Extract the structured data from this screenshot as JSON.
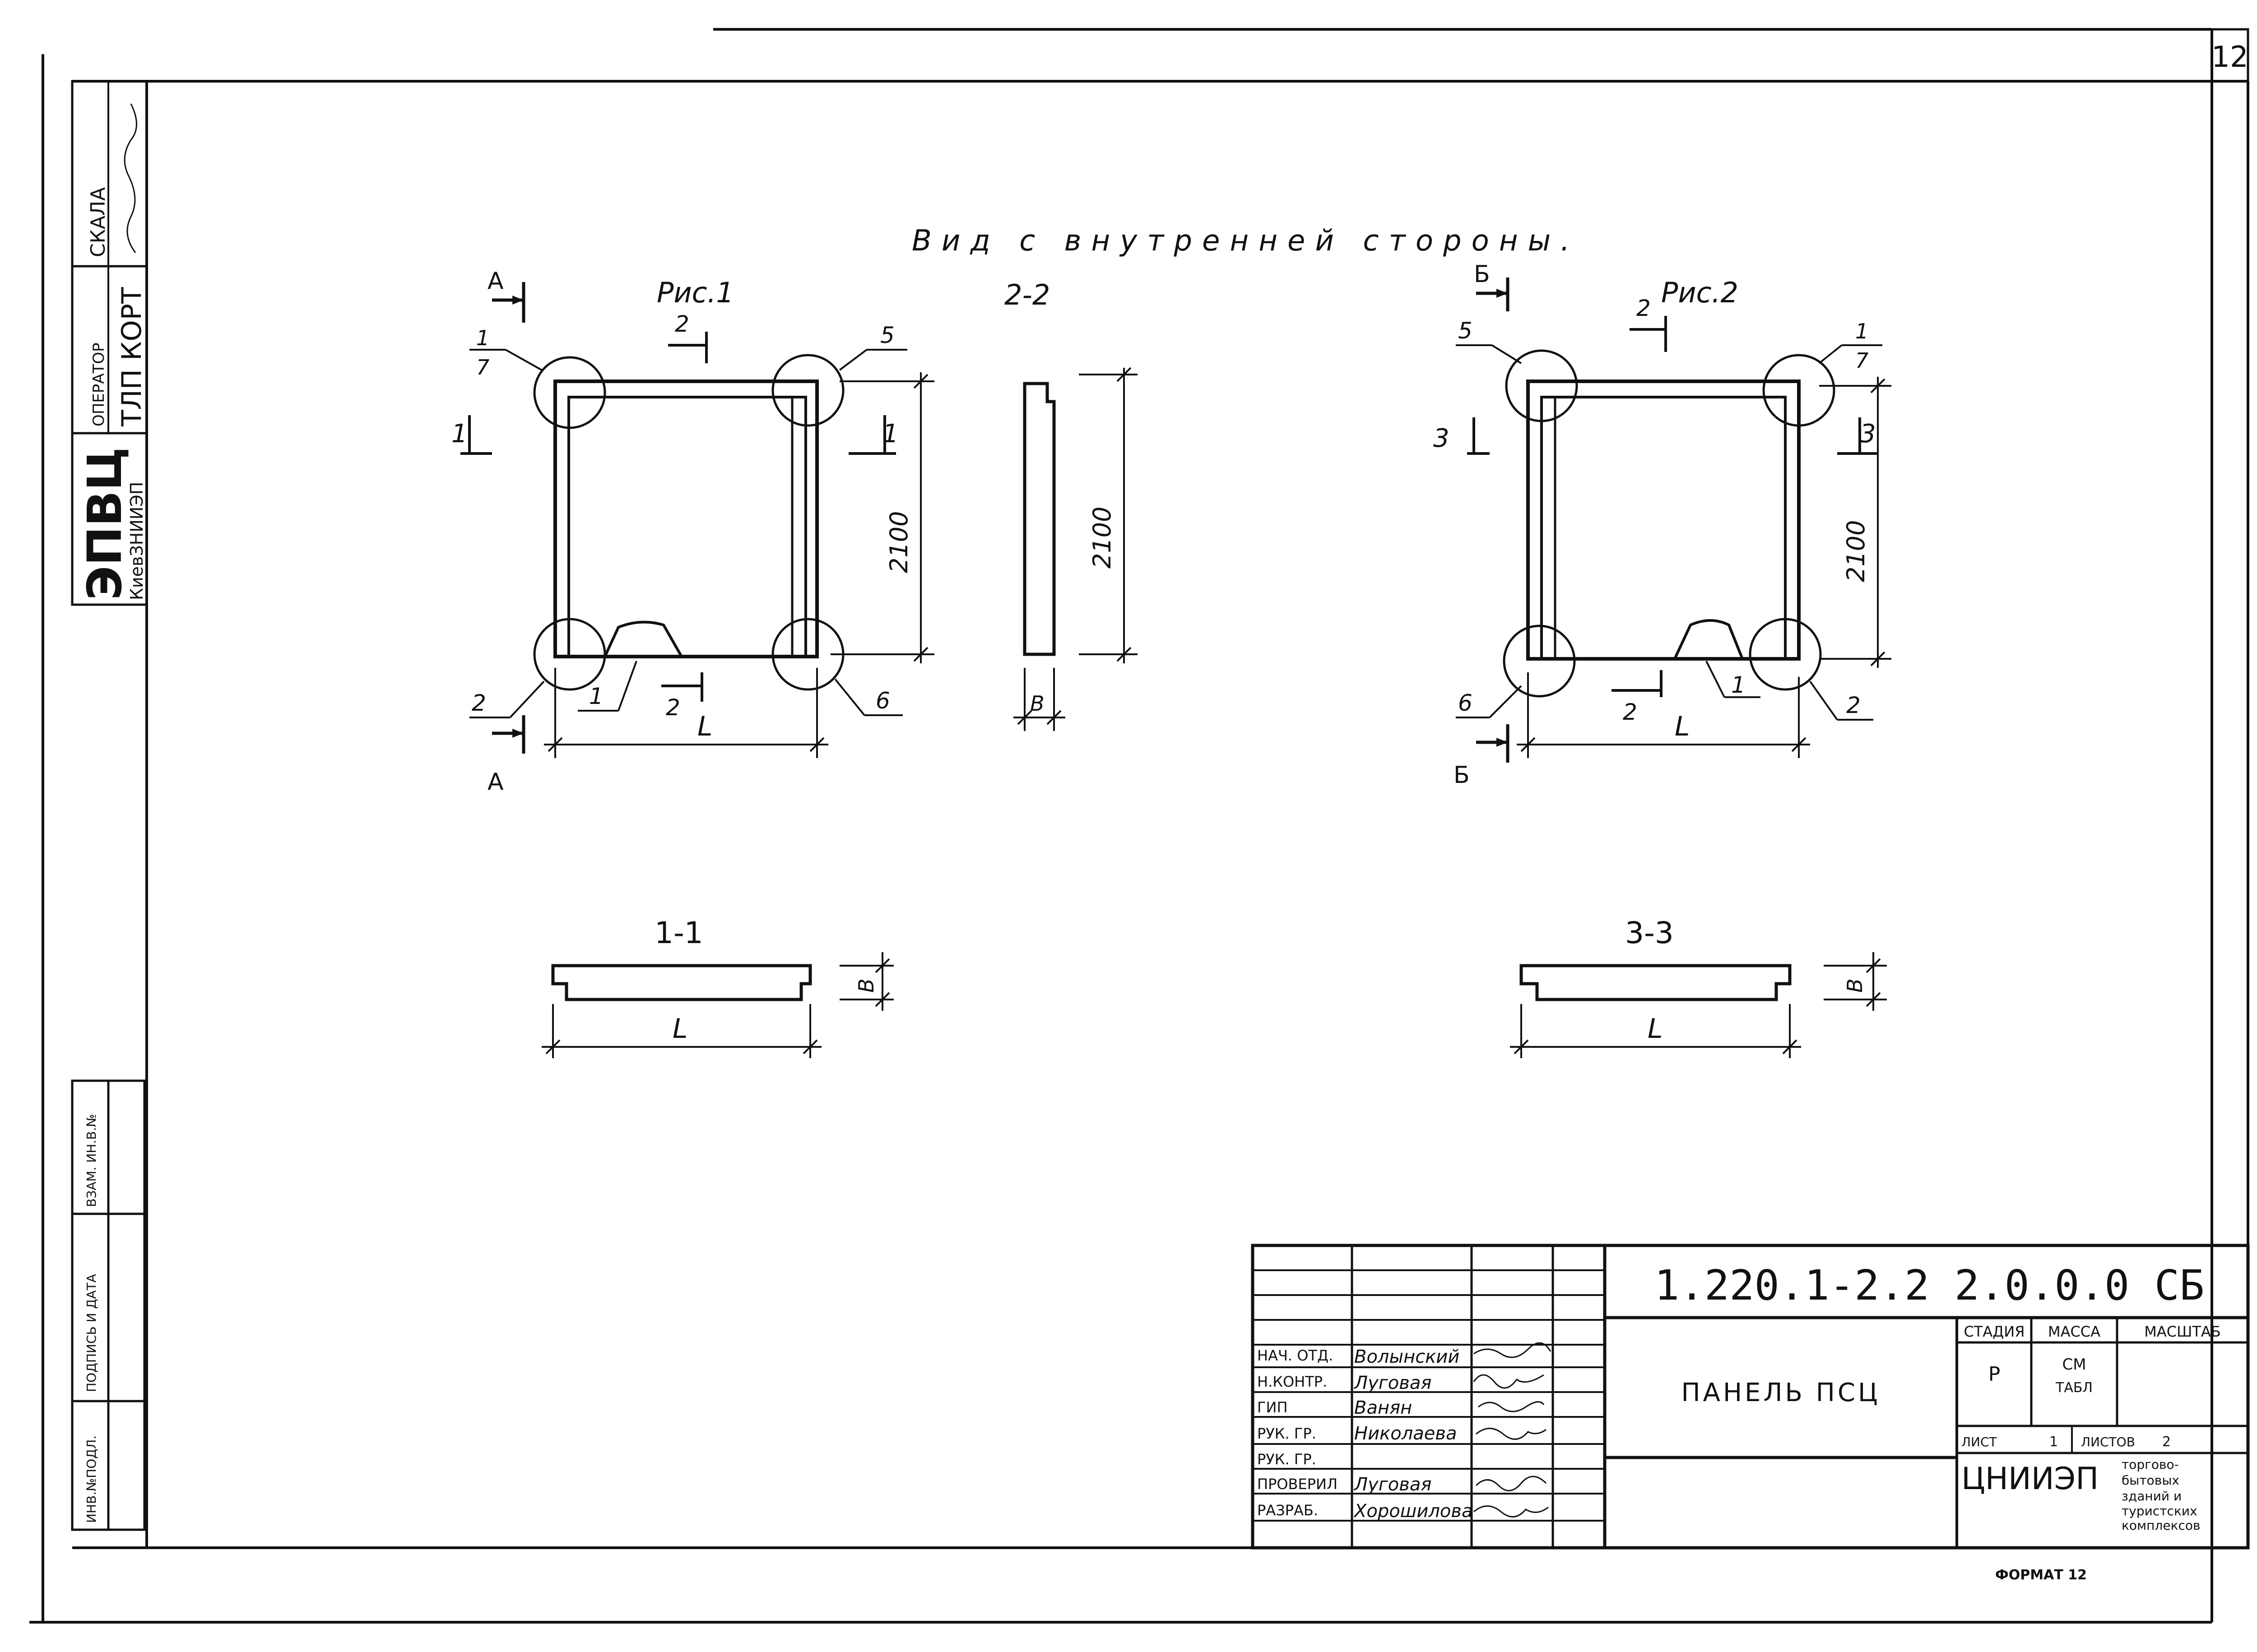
{
  "sheet": {
    "number": "12",
    "format_label": "ФОРМАТ 12"
  },
  "left_stamp": {
    "scale_label": "СКАЛА",
    "operator_label": "ОПЕРАТОР",
    "operator_value": "ТЛП КОРТ",
    "org_main": "ЭПВЦ",
    "org_sub": "КиевЗНИИЭП",
    "field_inv_zam": "ВЗАМ. ИН.В.№",
    "field_sign_date": "ПОДПИСЬ И ДАТА",
    "field_inv_podl": "ИНВ.№ПОДЛ."
  },
  "drawing": {
    "main_title": "Вид с внутренней стороны.",
    "fig1": {
      "label": "Рис.1",
      "sec_A_top": "А",
      "sec_A_bottom": "А",
      "sec_2_top": "2",
      "sec_2_bottom": "2",
      "sec_1_left": "1",
      "sec_1_right": "1",
      "call_1_7_num": "1",
      "call_1_7_den": "7",
      "call_5": "5",
      "call_2": "2",
      "call_1": "1",
      "call_6": "6",
      "dim_height": "2100",
      "dim_width": "L"
    },
    "section_2_2": {
      "label": "2-2",
      "dim_height": "2100",
      "dim_thick": "В"
    },
    "fig2": {
      "label": "Рис.2",
      "sec_B_top": "Б",
      "sec_B_bottom": "Б",
      "sec_2_top": "2",
      "sec_2_bottom": "2",
      "sec_3_left": "3",
      "sec_3_right": "3",
      "call_1_7_num": "1",
      "call_1_7_den": "7",
      "call_5": "5",
      "call_6": "6",
      "call_1": "1",
      "call_2": "2",
      "dim_height": "2100",
      "dim_width": "L"
    },
    "section_1_1": {
      "label": "1-1",
      "dim_width": "L",
      "dim_thick": "В"
    },
    "section_3_3": {
      "label": "3-3",
      "dim_width": "L",
      "dim_thick": "В"
    }
  },
  "title_block": {
    "designation": "1.220.1-2.2 2.0.0.0 СБ",
    "item_name": "ПАНЕЛЬ ПСЦ",
    "stage_header": "СТАДИЯ",
    "mass_header": "МАССА",
    "scale_header": "МАСШТАБ",
    "stage_value": "Р",
    "mass_value_1": "СМ",
    "mass_value_2": "ТАБЛ",
    "sheet_label": "ЛИСТ",
    "sheet_value": "1",
    "sheets_label": "ЛИСТОВ",
    "sheets_value": "2",
    "org": "ЦНИИЭП",
    "org_desc": [
      "торгово-",
      "бытовых",
      "зданий и",
      "туристских",
      "комплексов"
    ],
    "signatures": [
      {
        "role": "НАЧ. ОТД.",
        "name": "Волынский"
      },
      {
        "role": "Н.КОНТР.",
        "name": "Луговая"
      },
      {
        "role": "ГИП",
        "name": "Ванян"
      },
      {
        "role": "РУК. ГР.",
        "name": "Николаева"
      },
      {
        "role": "РУК. ГР.",
        "name": ""
      },
      {
        "role": "ПРОВЕРИЛ",
        "name": "Луговая"
      },
      {
        "role": "РАЗРАБ.",
        "name": "Хорошилова"
      }
    ]
  }
}
